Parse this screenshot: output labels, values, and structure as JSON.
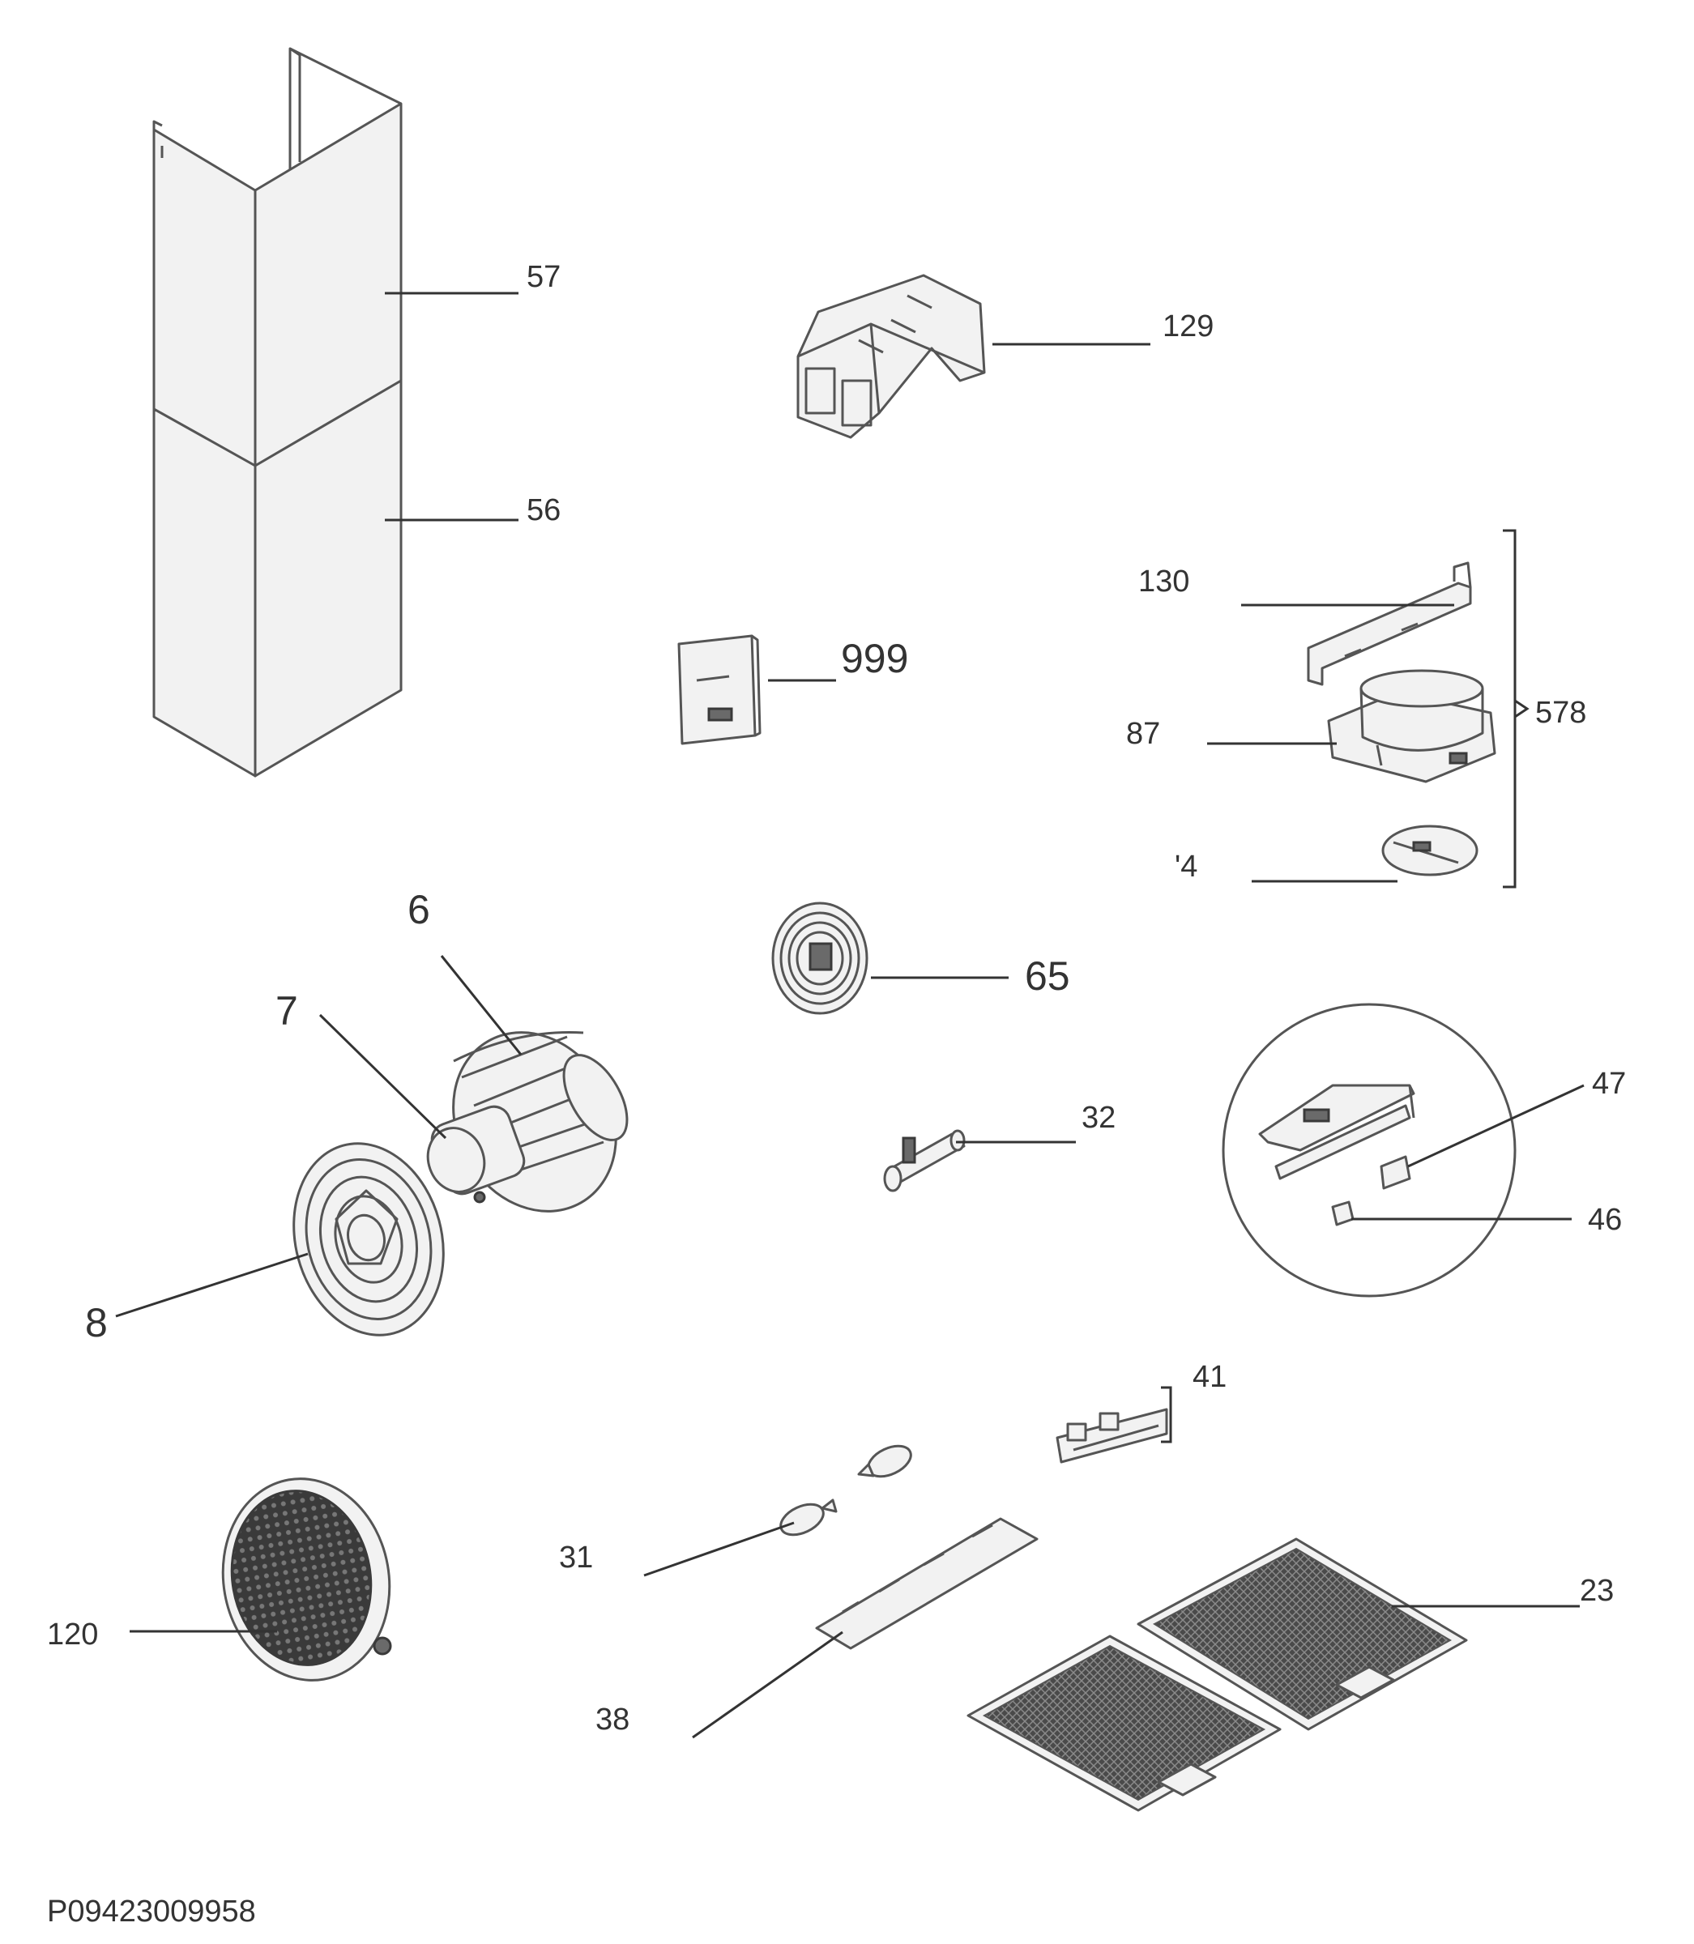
{
  "diagram_code": "P09423009958",
  "part_numbers": {
    "p57": "57",
    "p56": "56",
    "p129": "129",
    "p130": "130",
    "p999": "999",
    "p578": "578",
    "p87": "87",
    "p74": "'4",
    "p6": "6",
    "p7": "7",
    "p65": "65",
    "p32": "32",
    "p47": "47",
    "p46": "46",
    "p8": "8",
    "p41": "41",
    "p31": "31",
    "p23": "23",
    "p120": "120",
    "p38": "38"
  }
}
